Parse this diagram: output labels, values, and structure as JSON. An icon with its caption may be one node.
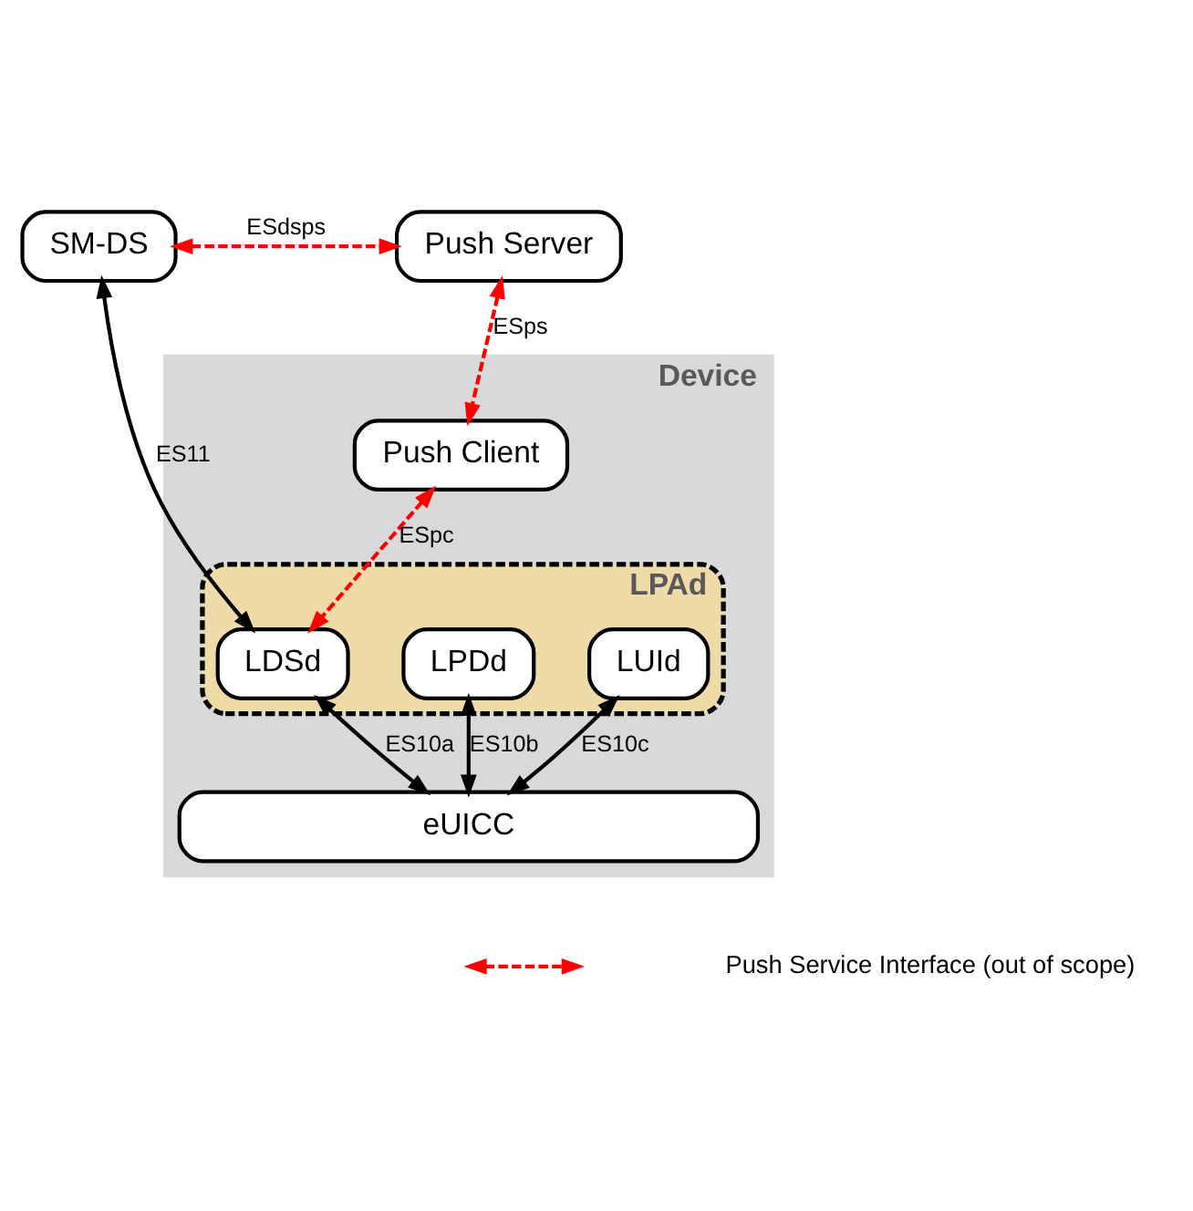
{
  "diagram": {
    "nodes": [
      {
        "text": [
          "SM-DS"
        ]
      },
      {
        "text": [
          "Push Server"
        ]
      },
      {
        "text": [
          "Device"
        ]
      },
      {
        "text": [
          "Push Client"
        ],
        "in": 2
      },
      {
        "text": [
          "LPAd"
        ],
        "in": 2
      },
      {
        "text": [
          "LDSd"
        ],
        "in": 4
      },
      {
        "text": [
          "LPDd"
        ],
        "in": 4
      },
      {
        "text": [
          "LUId"
        ],
        "in": 4
      },
      {
        "text": [
          "eUICC"
        ],
        "in": 2
      }
    ],
    "edges": [
      {
        "from": 0,
        "to": 1,
        "arrow": "both",
        "label": "ESdsps",
        "style": "dashed",
        "color": "#ff0000"
      },
      {
        "from": 1,
        "to": 3,
        "arrow": "both",
        "label": "ESps",
        "style": "dashed",
        "color": "#ff0000"
      },
      {
        "from": 3,
        "to": 5,
        "arrow": "both",
        "label": "ESpc",
        "style": "dashed",
        "color": "#ff0000"
      },
      {
        "from": 0,
        "to": 5,
        "arrow": "both",
        "label": "ES11"
      },
      {
        "from": 5,
        "to": 8,
        "arrow": "both",
        "label": "ES10a"
      },
      {
        "from": 6,
        "to": 8,
        "arrow": "both",
        "label": "ES10b"
      },
      {
        "from": 7,
        "to": 8,
        "arrow": "both",
        "label": "ES10c"
      }
    ],
    "legend": [
      {
        "text": "Push Service Interface (out of scope)"
      }
    ]
  }
}
